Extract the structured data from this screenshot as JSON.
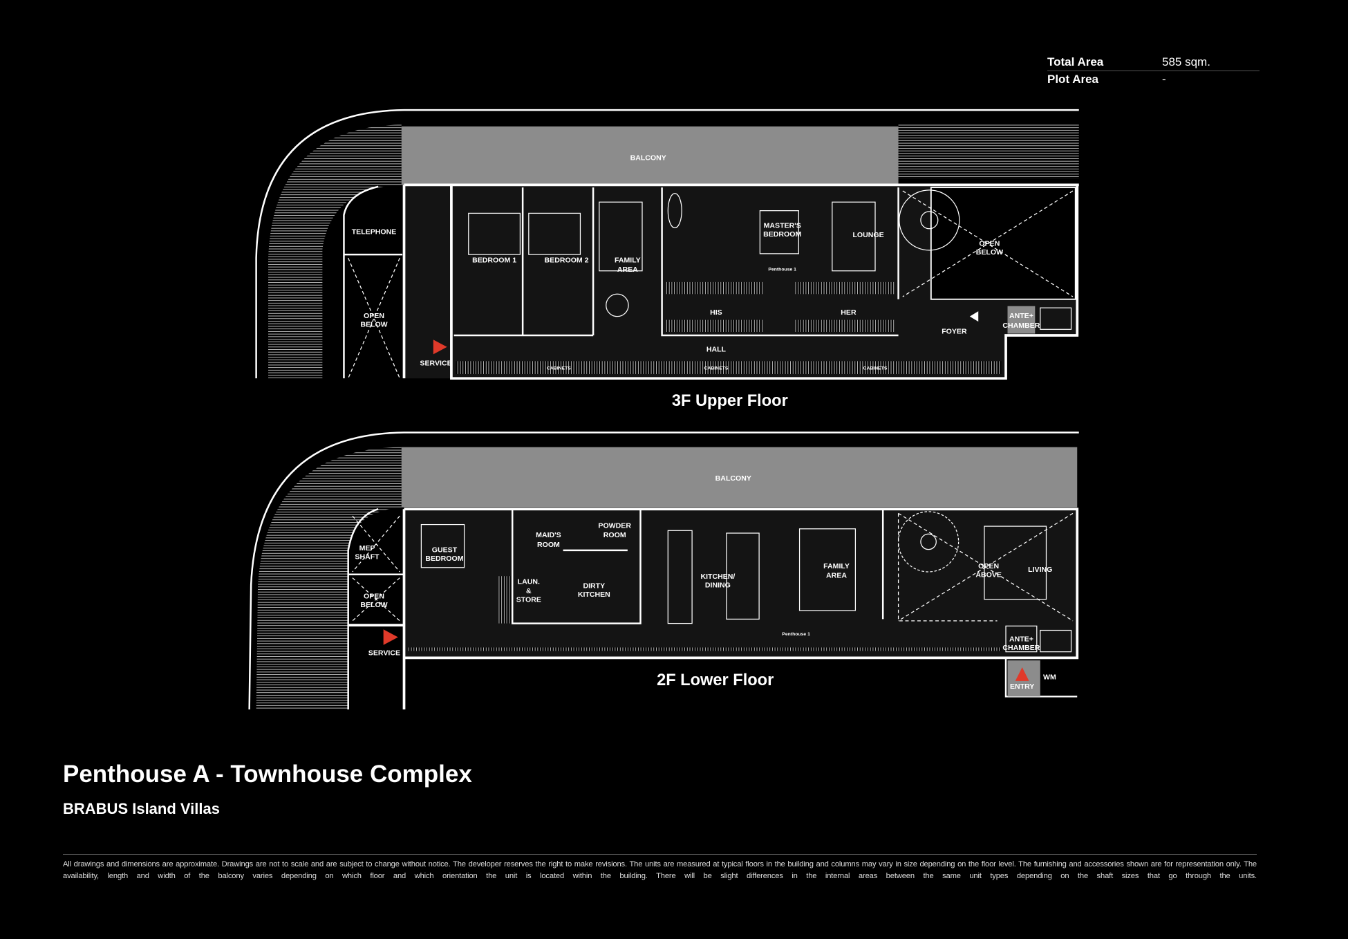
{
  "area": {
    "total_label": "Total Area",
    "total_value": "585 sqm.",
    "plot_label": "Plot Area",
    "plot_value": "-"
  },
  "floors": {
    "upper": {
      "title": "3F Upper Floor",
      "rooms": [
        "BALCONY",
        "TELEPHONE",
        "OPEN",
        "BELOW",
        "BEDROOM 1",
        "BEDROOM 2",
        "FAMILY",
        "AREA",
        "MASTER'S",
        "BEDROOM",
        "LOUNGE",
        "OPEN",
        "BELOW",
        "HIS",
        "HER",
        "HALL",
        "FOYER",
        "ANTE+",
        "CHAMBER",
        "SERVICE",
        "CABINETS",
        "CABINETS",
        "CABINETS",
        "Penthouse 1"
      ]
    },
    "lower": {
      "title": "2F Lower Floor",
      "rooms": [
        "BALCONY",
        "MEP",
        "SHAFT",
        "OPEN",
        "BELOW",
        "GUEST",
        "BEDROOM",
        "MAID'S",
        "ROOM",
        "POWDER",
        "ROOM",
        "LAUN.",
        "&",
        "STORE",
        "DIRTY",
        "KITCHEN",
        "KITCHEN/",
        "DINING",
        "FAMILY",
        "AREA",
        "OPEN",
        "ABOVE",
        "LIVING",
        "Penthouse 1",
        "ANTE+",
        "CHAMBER",
        "ENTRY",
        "WM",
        "SERVICE"
      ]
    }
  },
  "title": "Penthouse A - Townhouse Complex",
  "subtitle": "BRABUS Island Villas",
  "disclaimer": "All drawings and dimensions are approximate. Drawings are not to scale and are subject to change without notice. The developer reserves the right to make revisions. The units are measured at typical floors in the building and columns may vary in size depending on the floor level. The furnishing and accessories shown are for representation only. The availability, length and width of the balcony varies depending on which floor and which orientation the unit is located within the building. There will be slight differences in the internal areas between the same unit types depending on the shaft sizes that go through the units.",
  "colors": {
    "background": "#000000",
    "balcony": "#8c8c8c",
    "interior": "#141414",
    "marker": "#e03a2a"
  },
  "icons": [
    "service-entry-arrow-icon",
    "entry-arrow-icon",
    "spiral-stair-icon"
  ]
}
